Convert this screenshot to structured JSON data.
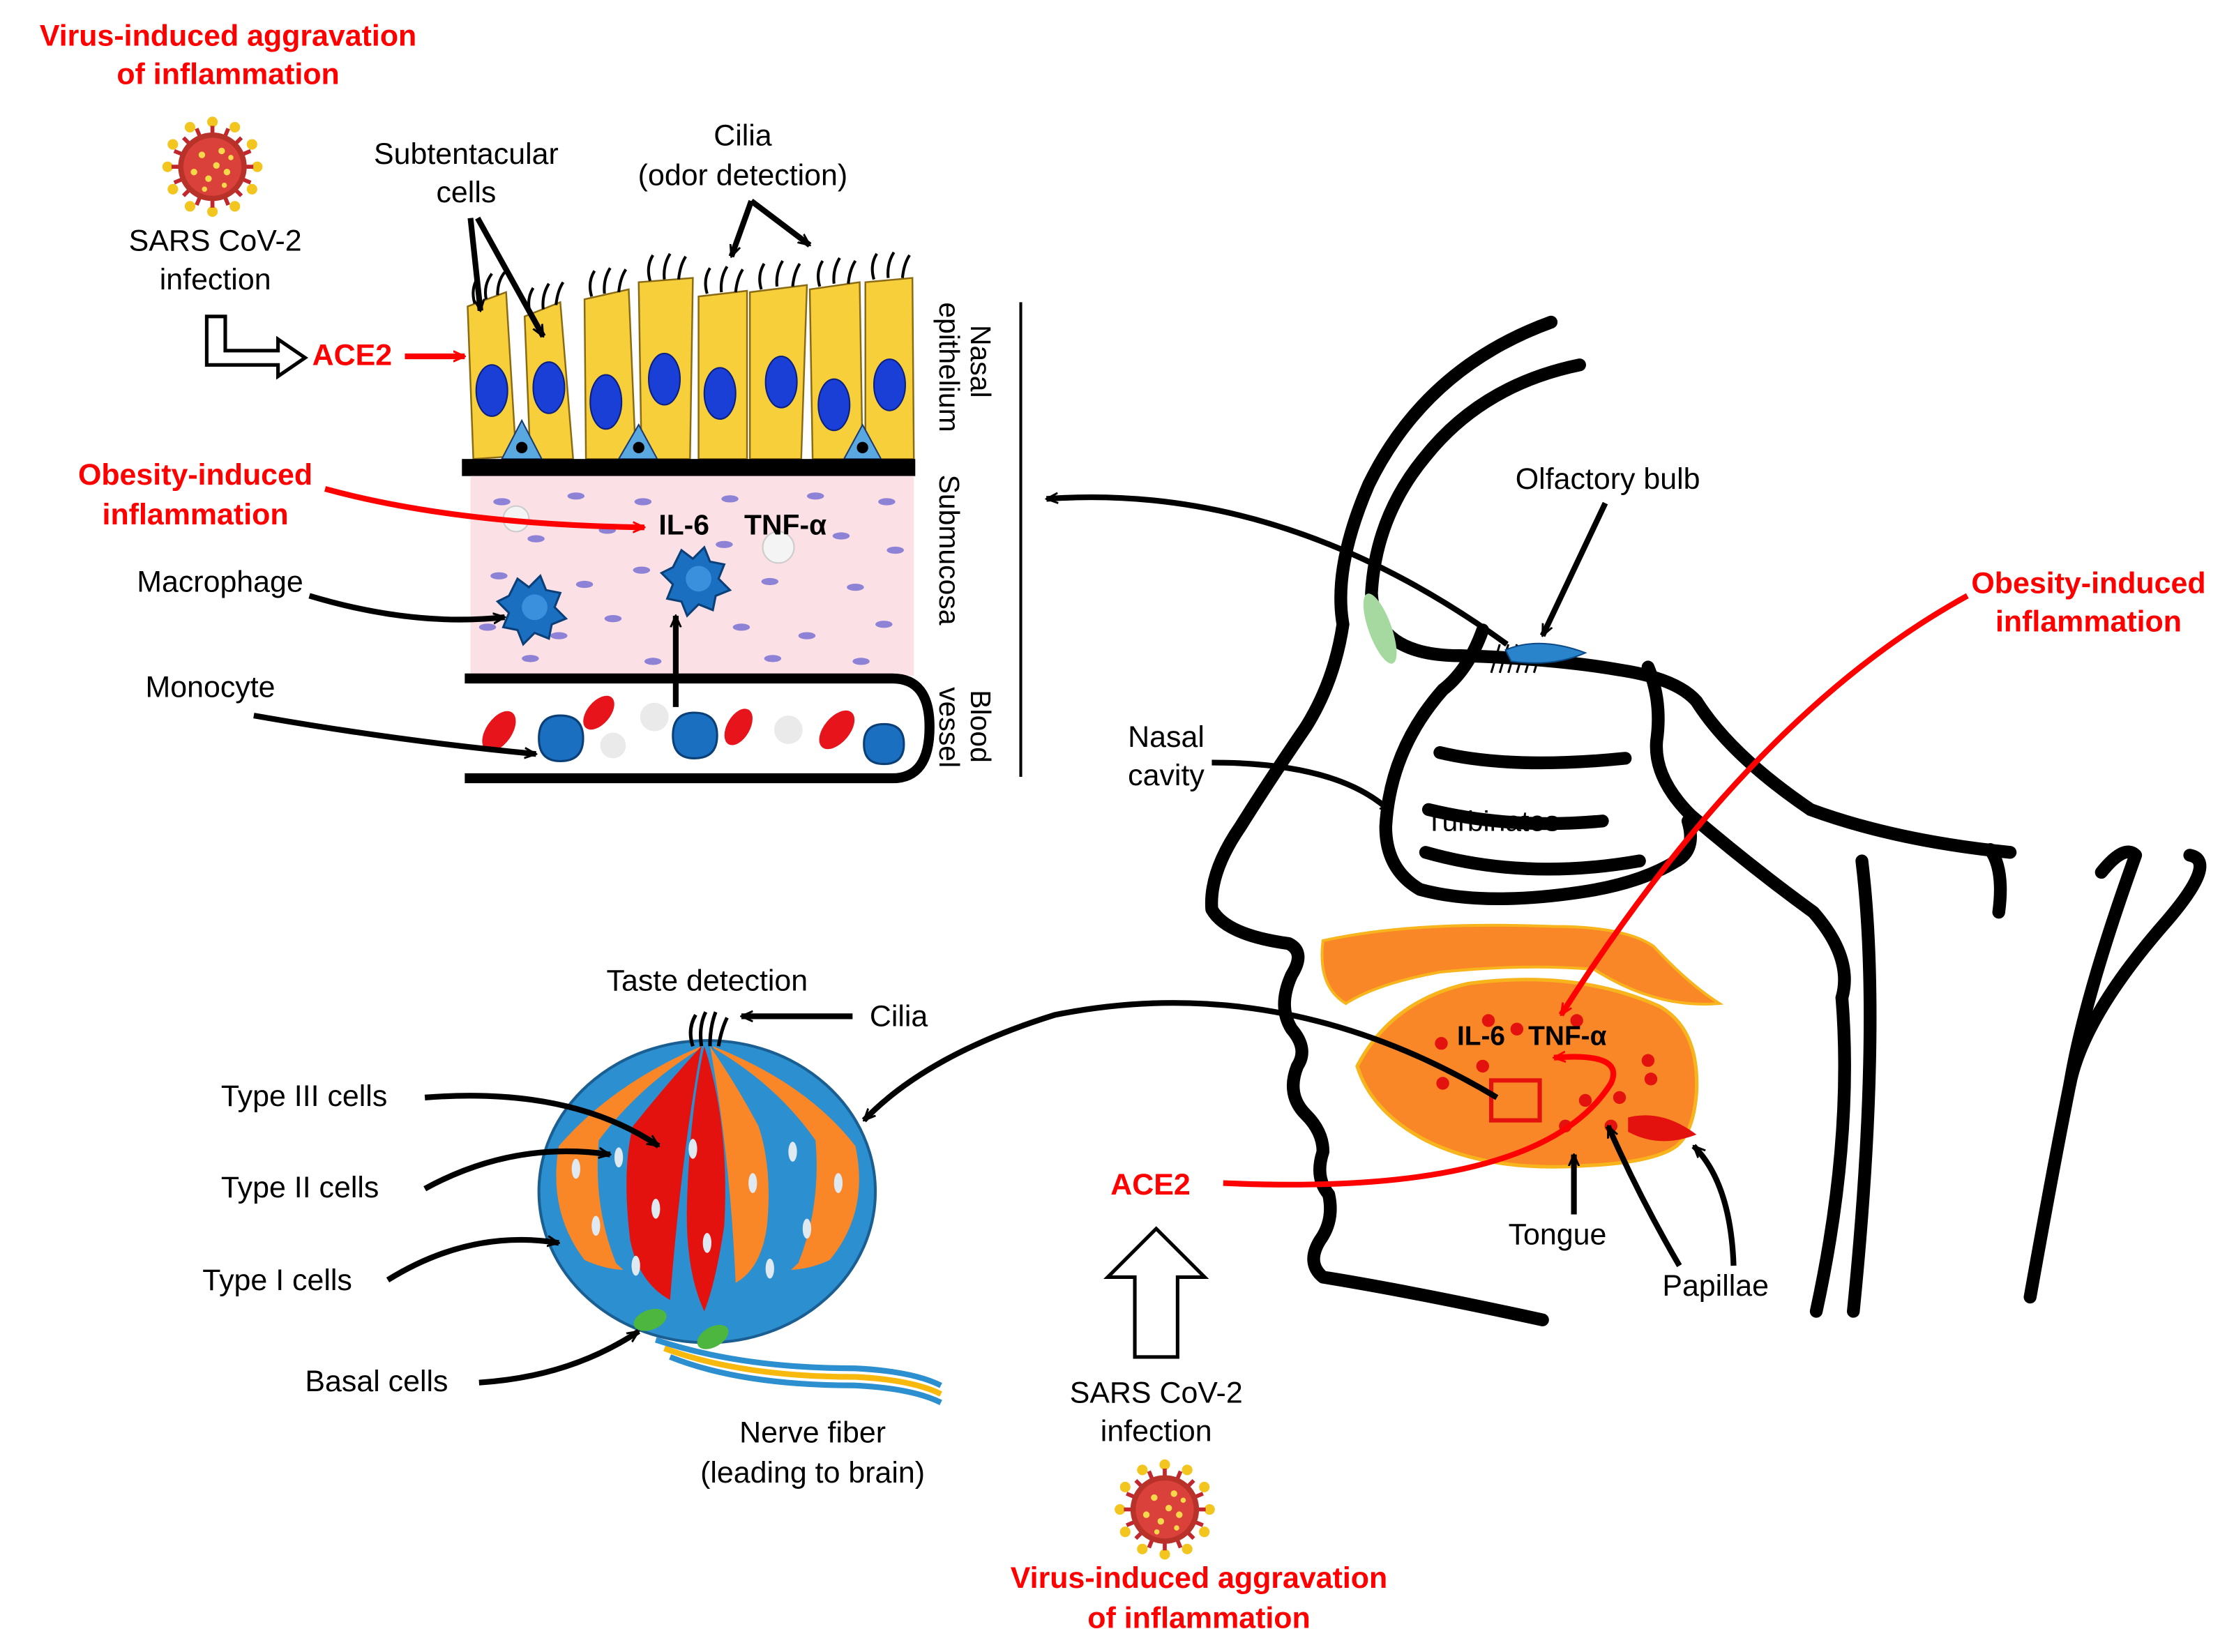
{
  "labels": {
    "virus_top": [
      "Virus-induced aggravation",
      "of inflammation"
    ],
    "sars_top": [
      "SARS CoV-2",
      "infection"
    ],
    "ace2_top": "ACE2",
    "subtentacular": [
      "Subtentacular",
      "cells"
    ],
    "cilia_top": [
      "Cilia",
      "(odor detection)"
    ],
    "nasal_epithelium": [
      "Nasal",
      "epithelium"
    ],
    "submucosa": "Submucosa",
    "blood_vessel": [
      "Blood",
      "vessel"
    ],
    "obesity_left": [
      "Obesity-induced",
      "inflammation"
    ],
    "il6_top": "IL-6",
    "tnf_top": "TNF-α",
    "macrophage": "Macrophage",
    "monocyte": "Monocyte",
    "olfactory_bulb": "Olfactory bulb",
    "obesity_right": [
      "Obesity-induced",
      "inflammation"
    ],
    "nasal_cavity": [
      "Nasal",
      "cavity"
    ],
    "turbinates": "Turbinates",
    "il6_tongue": "IL-6",
    "tnf_tongue": "TNF-α",
    "ace2_bottom": "ACE2",
    "tongue": "Tongue",
    "papillae": "Papillae",
    "taste_detection": "Taste detection",
    "cilia_bottom": "Cilia",
    "type3": "Type III cells",
    "type2": "Type II cells",
    "type1": "Type I cells",
    "basal": "Basal cells",
    "nerve_fiber": [
      "Nerve fiber",
      "(leading to brain)"
    ],
    "sars_bottom": [
      "SARS CoV-2",
      "infection"
    ],
    "virus_bottom": [
      "Virus-induced aggravation",
      "of inflammation"
    ]
  },
  "colors": {
    "label_red": "#ff0000",
    "epithelial_cell": "#f7cf3a",
    "nucleus": "#1639d8",
    "submucosa_fill": "#fbe0e5",
    "immune_cell": "#1a6fc0",
    "red_blood_cell": "#e8141b",
    "tongue_orange": "#f98627",
    "taste_blue": "#2b8fd0",
    "taste_red": "#e4120f",
    "basal_green": "#4cb63e",
    "olfactory_green": "#a6d9a0",
    "nerve_yellow": "#f8b90f"
  },
  "icons": [
    "virus-icon",
    "hollow-arrow-icon"
  ]
}
